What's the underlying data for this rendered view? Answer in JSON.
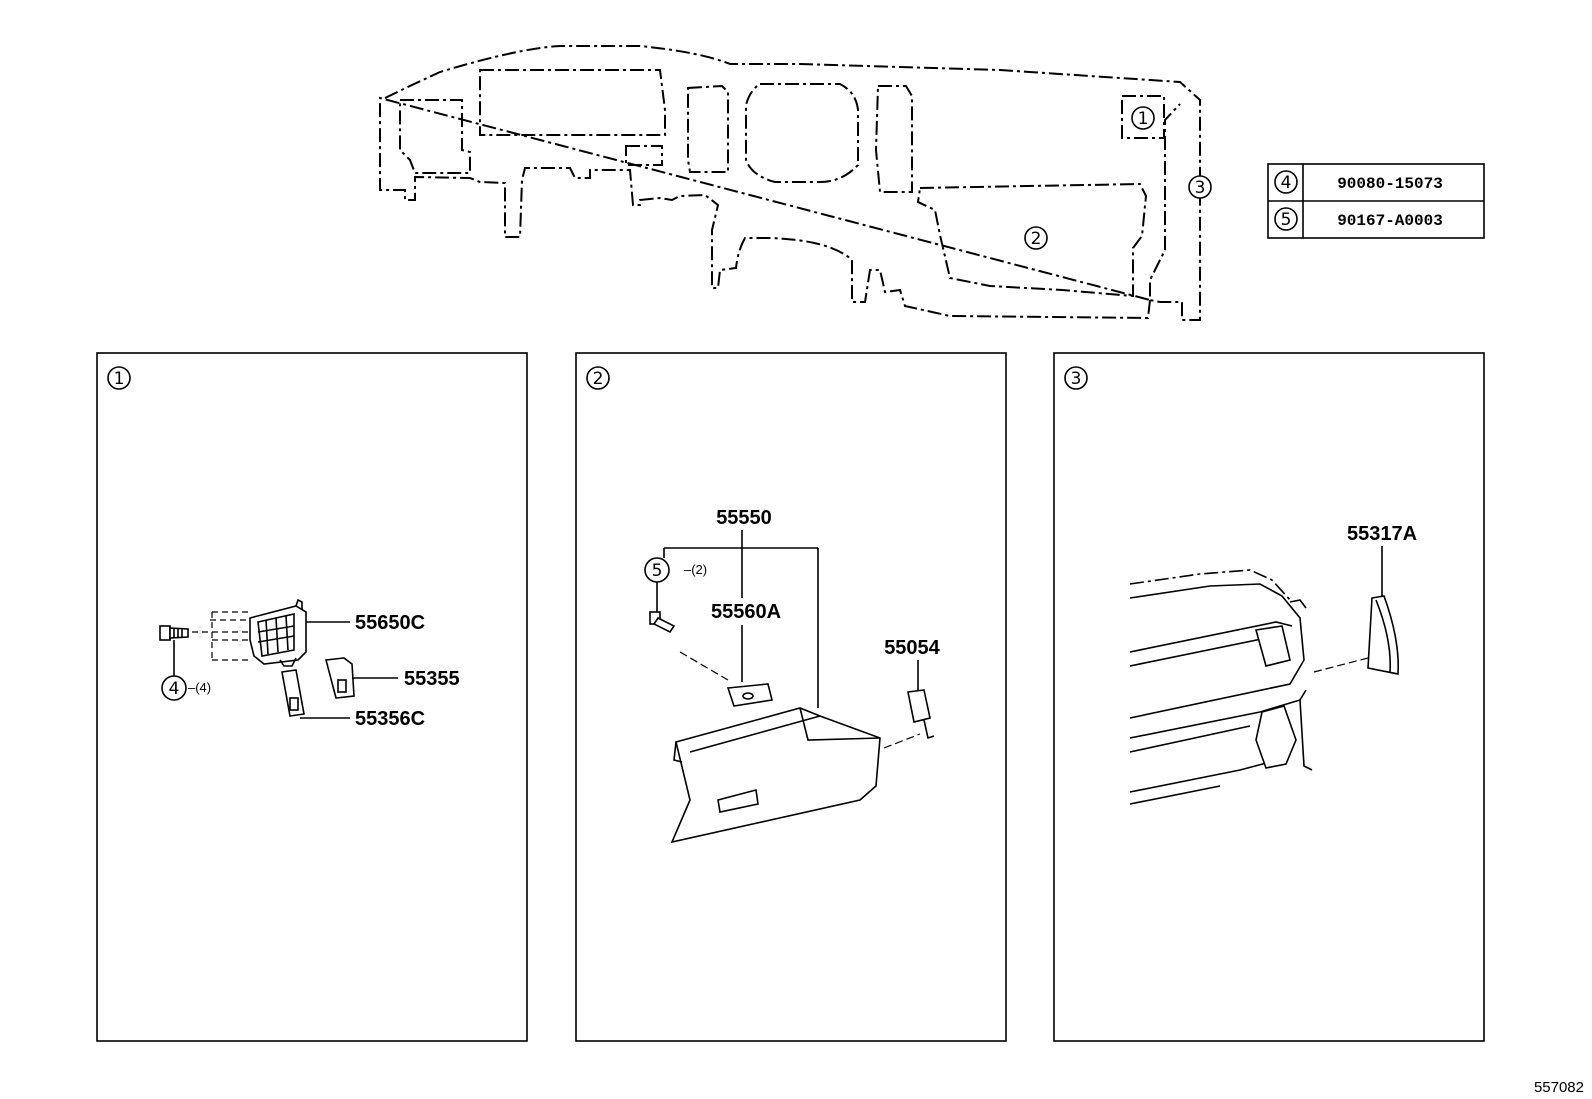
{
  "overview": {
    "callouts": [
      {
        "num": "1"
      },
      {
        "num": "2"
      },
      {
        "num": "3"
      }
    ]
  },
  "parts_table": [
    {
      "num": "4",
      "part_no": "90080-15073"
    },
    {
      "num": "5",
      "part_no": "90167-A0003"
    }
  ],
  "panels": [
    {
      "num": "1",
      "labels": {
        "grille": "55650C",
        "side_a": "55355",
        "side_b": "55356C"
      },
      "fastener": {
        "num": "4",
        "qty": "(4)"
      }
    },
    {
      "num": "2",
      "labels": {
        "assembly": "55550",
        "latch": "55560A",
        "damper": "55054"
      },
      "fastener": {
        "num": "5",
        "qty": "(2)"
      }
    },
    {
      "num": "3",
      "labels": {
        "cover": "55317A"
      }
    }
  ],
  "diagram_id": "557082"
}
